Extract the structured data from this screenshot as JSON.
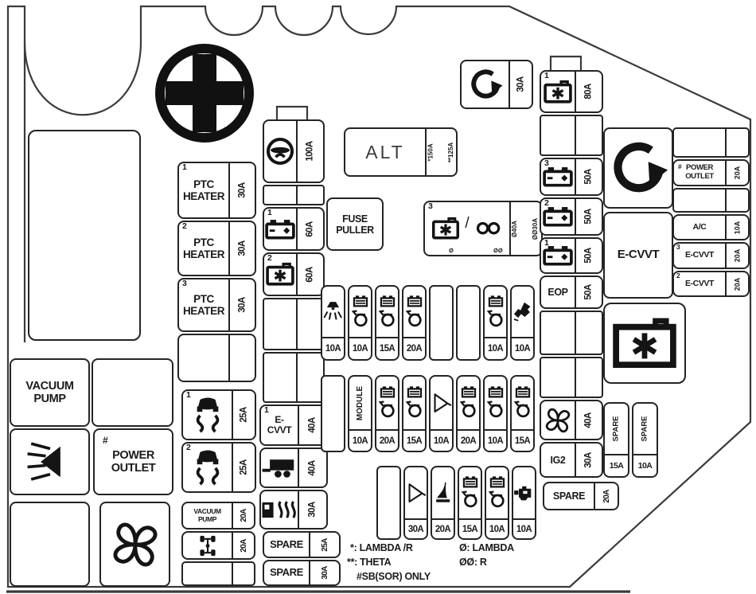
{
  "ptc": [
    {
      "num": "1",
      "label": "PTC HEATER",
      "amp": "30A"
    },
    {
      "num": "2",
      "label": "PTC HEATER",
      "amp": "30A"
    },
    {
      "num": "3",
      "label": "PTC HEATER",
      "amp": "30A"
    }
  ],
  "colA": {
    "mdps_amp": "100A",
    "bat1": {
      "num": "1",
      "amp": "60A"
    },
    "bat2": {
      "num": "2",
      "amp": "60A"
    },
    "ecvvt": {
      "num": "1",
      "label": "E-CVVT",
      "amp": "40A"
    },
    "trailer_amp": "40A",
    "fuel_amp": "30A"
  },
  "spareA": [
    {
      "label": "SPARE",
      "amp": "25A"
    },
    {
      "label": "SPARE",
      "amp": "30A"
    }
  ],
  "esc": [
    {
      "num": "1",
      "amp": "25A"
    },
    {
      "num": "2",
      "amp": "25A"
    }
  ],
  "vacCol": {
    "label": "VACUUM PUMP",
    "amp": "20A",
    "awd_amp": "20A"
  },
  "leftBoxes": {
    "vacuum_pump": "VACUUM PUMP",
    "power_outlet": "POWER OUTLET",
    "hash": "#"
  },
  "fusePuller": "FUSE PULLER",
  "alt": {
    "label": "ALT",
    "amp_a": "*150A",
    "amp_b": "**125A"
  },
  "sensor3": {
    "num": "3",
    "slash": "/",
    "mark_a": "Ø",
    "mark_b": "ØØ",
    "amp_a": "Ø40A",
    "amp_b": "ØØ30A"
  },
  "relay30": {
    "amp": "30A"
  },
  "colB": {
    "bats": {
      "num": "1",
      "amp": "80A"
    },
    "bat3": {
      "num": "3",
      "amp": "50A"
    },
    "bat2": {
      "num": "2",
      "amp": "50A"
    },
    "bat1": {
      "num": "1",
      "amp": "50A"
    },
    "eop": {
      "label": "EOP",
      "amp": "50A"
    },
    "fan_amp": "40A",
    "ig2": {
      "label": "IG2",
      "amp": "30A"
    }
  },
  "spareC": {
    "label": "SPARE",
    "amp": "20A"
  },
  "ecvvtRelay": {
    "label": "E-CVVT"
  },
  "colC": {
    "power_outlet": {
      "hash": "#",
      "label": "POWER OUTLET",
      "amp": "20A"
    },
    "ac": {
      "label": "A/C",
      "amp": "10A"
    },
    "ecvvt3": {
      "num": "3",
      "label": "E-CVVT",
      "amp": "20A"
    },
    "ecvvt2": {
      "num": "2",
      "label": "E-CVVT",
      "amp": "20A"
    }
  },
  "spareB": [
    {
      "label": "SPARE",
      "amp": "15A"
    },
    {
      "label": "SPARE",
      "amp": "10A"
    }
  ],
  "grid1": {
    "amps": [
      "10A",
      "10A",
      "15A",
      "20A",
      "",
      "",
      "10A",
      "10A"
    ]
  },
  "grid2": {
    "module": "MODULE",
    "amps": [
      "",
      "10A",
      "20A",
      "15A",
      "10A",
      "20A",
      "10A",
      "15A"
    ]
  },
  "grid3": {
    "amps": [
      "",
      "30A",
      "20A",
      "15A",
      "10A",
      "10A"
    ]
  },
  "legend": {
    "l1a": "*: LAMBDA /R",
    "l1b": "Ø: LAMBDA",
    "l2a": "**: THETA",
    "l2b": "ØØ: R",
    "l3": "#SB(SOR) ONLY"
  }
}
